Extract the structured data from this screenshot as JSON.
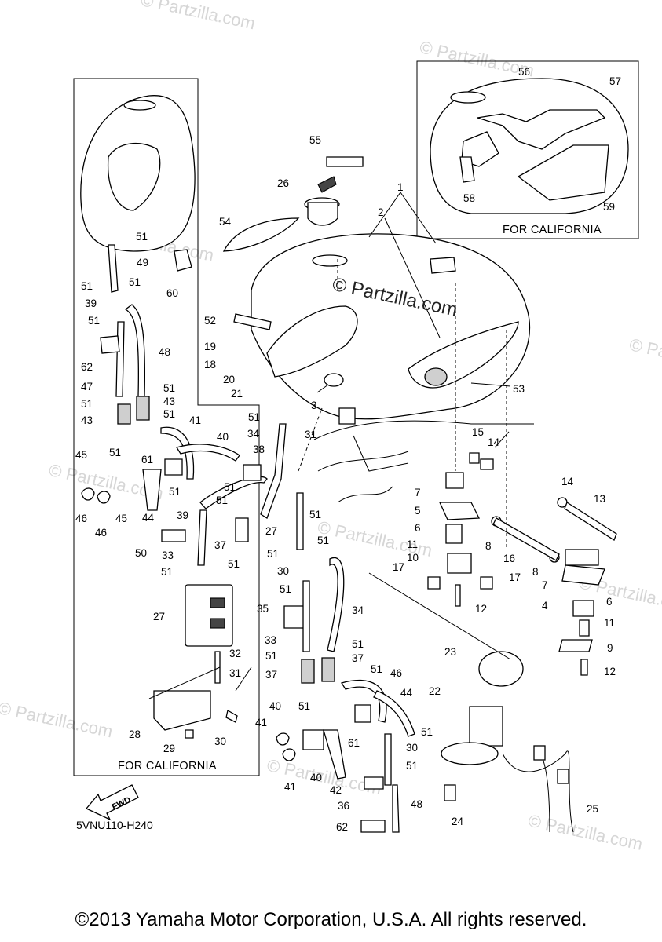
{
  "watermark": "© Partzilla.com",
  "center_watermark": "© Partzilla.com",
  "california_box_caption": "FOR CALIFORNIA",
  "california_inset_caption": "FOR CALIFORNIA",
  "fwd_label": "FWD",
  "model_code": "5VNU110-H240",
  "copyright": "©2013 Yamaha Motor Corporation, U.S.A. All rights reserved.",
  "callouts": [
    "1",
    "2",
    "3",
    "4",
    "5",
    "6",
    "7",
    "8",
    "9",
    "10",
    "11",
    "12",
    "13",
    "14",
    "15",
    "16",
    "17",
    "18",
    "19",
    "20",
    "21",
    "22",
    "23",
    "24",
    "25",
    "26",
    "27",
    "28",
    "29",
    "30",
    "31",
    "32",
    "33",
    "34",
    "35",
    "36",
    "37",
    "38",
    "39",
    "40",
    "41",
    "42",
    "43",
    "44",
    "45",
    "46",
    "47",
    "48",
    "49",
    "50",
    "51",
    "52",
    "53",
    "54",
    "55",
    "56",
    "57",
    "58",
    "59",
    "60",
    "61",
    "62"
  ]
}
